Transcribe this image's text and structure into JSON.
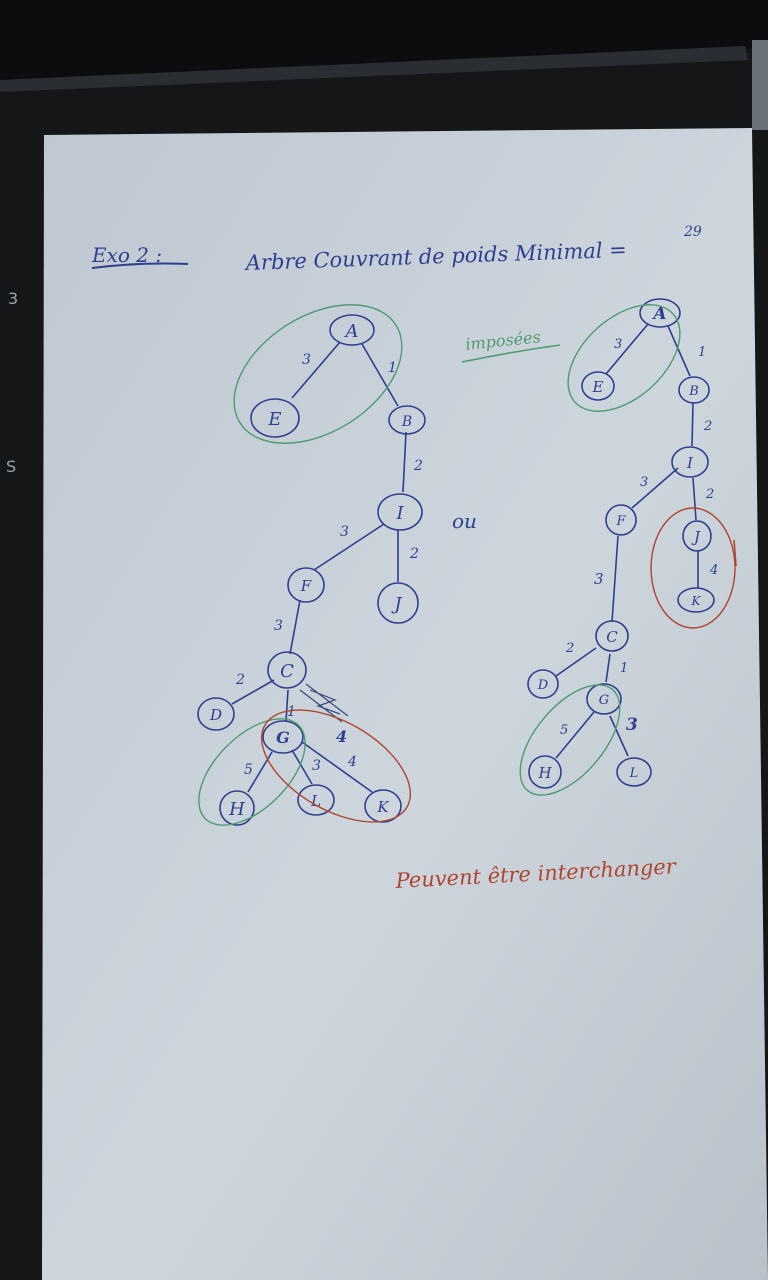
{
  "header": {
    "exercise": "Exo 2 :",
    "title": "Arbre Couvrant de poids Minimal =",
    "total": "29"
  },
  "labels": {
    "imposed": "imposées",
    "or": "ou",
    "note": "Peuvent être interchanger"
  },
  "screen_chars": [
    "3",
    "S"
  ],
  "tree1": {
    "nodes": [
      "A",
      "E",
      "B",
      "I",
      "F",
      "J",
      "C",
      "D",
      "G",
      "H",
      "L",
      "K"
    ],
    "edge_weights": {
      "A_E": "3",
      "A_B": "1",
      "B_I": "2",
      "I_F": "3",
      "I_J": "2",
      "F_C": "3",
      "C_D": "2",
      "C_G": "1",
      "G_H": "5",
      "G_L": "3",
      "G_K": "4",
      "struck": "4"
    }
  },
  "tree2": {
    "nodes": [
      "A",
      "E",
      "B",
      "I",
      "F",
      "J",
      "K",
      "C",
      "D",
      "G",
      "H",
      "L"
    ],
    "edge_weights": {
      "A_E": "3",
      "A_B": "1",
      "B_I": "2",
      "I_F": "3",
      "I_J": "2",
      "J_K": "4",
      "F_C": "3",
      "C_D": "2",
      "C_G": "1",
      "G_H": "5",
      "G_L": "3"
    }
  },
  "colors": {
    "ink_blue": "#2f3f8f",
    "ink_green": "#4f9a72",
    "ink_red": "#b0452f",
    "paper": "#c9d2db",
    "monitor": "#141618"
  }
}
